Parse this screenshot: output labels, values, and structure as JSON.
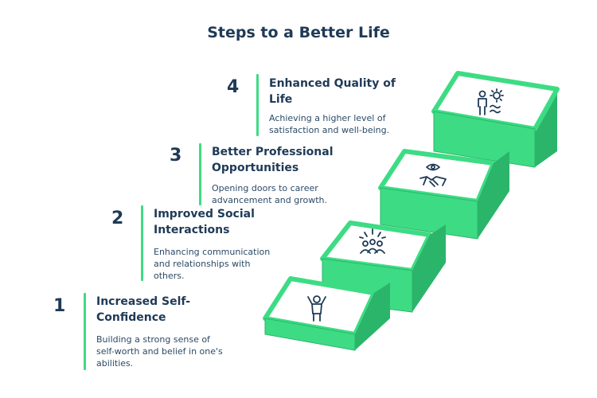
{
  "title": "Steps to a Better Life",
  "steps": [
    {
      "num": "1",
      "heading_line1": "Increased Self-",
      "heading_line2": "Confidence",
      "desc_line1": "Building a strong sense of",
      "desc_line2": "self-worth and belief in one's",
      "desc_line3": "abilities.",
      "icon": "person-cheering-icon"
    },
    {
      "num": "2",
      "heading_line1": "Improved Social",
      "heading_line2": "Interactions",
      "desc_line1": "Enhancing communication",
      "desc_line2": "and relationships with",
      "desc_line3": "others.",
      "icon": "group-celebration-icon"
    },
    {
      "num": "3",
      "heading_line1": "Better Professional",
      "heading_line2": "Opportunities",
      "desc_line1": "Opening doors to career",
      "desc_line2": "advancement and growth.",
      "icon": "handshake-eye-icon"
    },
    {
      "num": "4",
      "heading_line1": "Enhanced Quality of",
      "heading_line2": "Life",
      "desc_line1": "Achieving a higher level of",
      "desc_line2": "satisfaction and well-being.",
      "icon": "person-sun-waves-icon"
    }
  ],
  "colors": {
    "accent": "#3ddc84",
    "accent_dark": "#2bb56a",
    "text": "#1f3a57"
  }
}
